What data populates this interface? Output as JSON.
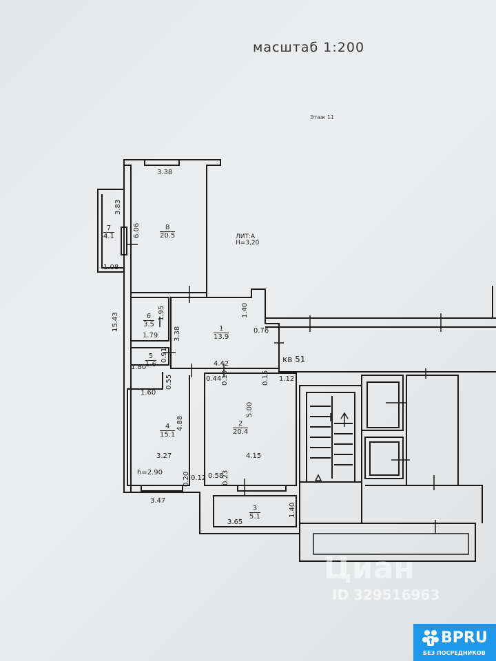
{
  "header": {
    "scale": "масштаб 1:200",
    "floor": "Этаж 11"
  },
  "building": {
    "lit": "ЛИТ:А",
    "height": "Н=3,20",
    "apartment": "кв 51"
  },
  "rooms": [
    {
      "number": "1",
      "area": "13.9"
    },
    {
      "number": "2",
      "area": "20.4"
    },
    {
      "number": "3",
      "area": "5.1"
    },
    {
      "number": "4",
      "area": "15.1"
    },
    {
      "number": "5",
      "area": "1.6"
    },
    {
      "number": "6",
      "area": "3.5"
    },
    {
      "number": "7",
      "area": "4.1"
    },
    {
      "number": "8",
      "area": "20.5"
    }
  ],
  "dimensions": {
    "d338top": "3.38",
    "d383": "3.83",
    "d606": "6.06",
    "d108": "1.08",
    "d1543": "15.43",
    "d195": "1.95",
    "d179": "1.79",
    "d338v": "3.38",
    "d140a": "1.40",
    "d076": "0.76",
    "d091": "0.91",
    "d180": "1.80",
    "d442": "4.42",
    "d055": "0.55",
    "d160": "1.60",
    "d488": "4.88",
    "d327": "3.27",
    "h290": "h=2.90",
    "d020": "0.20",
    "d012": "0.12",
    "d044": "0.44",
    "d010": "0.10",
    "d015": "0.15",
    "d112": "1.12",
    "d500": "5.00",
    "d415": "4.15",
    "d058": "0.58",
    "d023": "0.23",
    "d347": "3.47",
    "d365": "3.65",
    "d140b": "1.40"
  },
  "watermark": {
    "brand": "Циан",
    "id": "ID 329516963"
  },
  "badge": {
    "name": "BPRU",
    "subtitle": "БЕЗ ПОСРЕДНИКОВ",
    "color": "#1e96ea"
  }
}
